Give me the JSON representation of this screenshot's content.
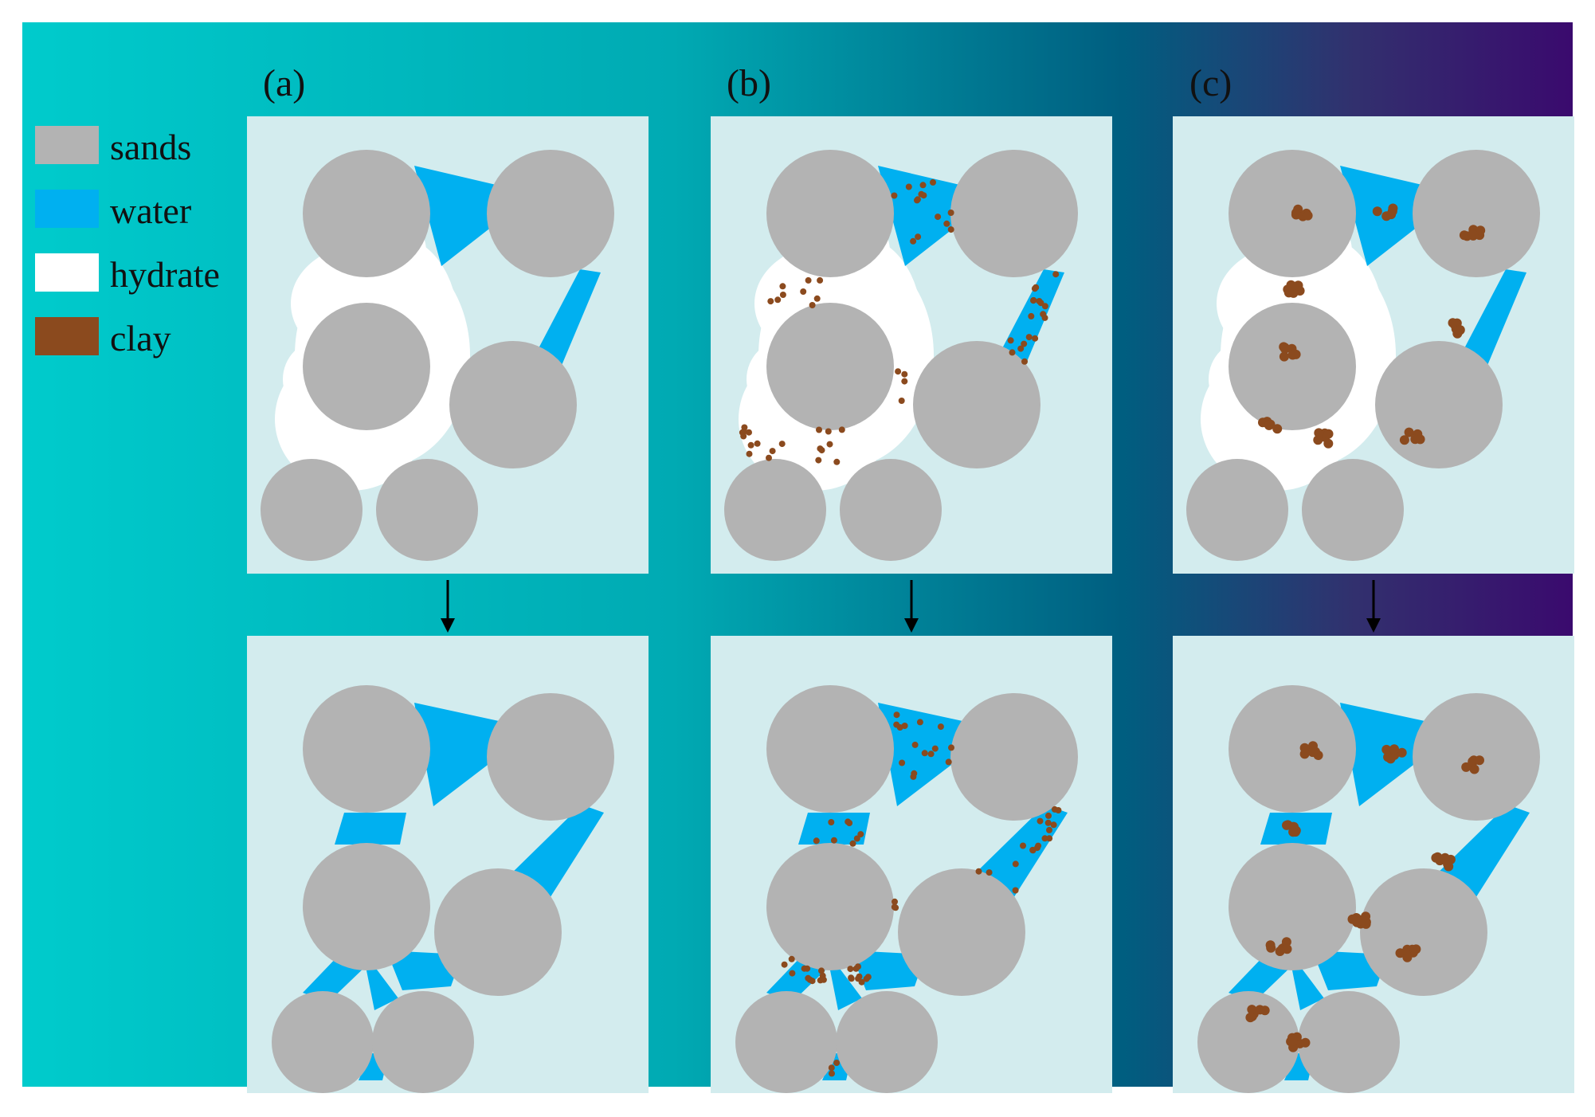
{
  "colors": {
    "sand": "#b3b3b3",
    "water": "#00b0f0",
    "hydrate": "#ffffff",
    "clay": "#8b4a1e",
    "panel": "#d3ecee",
    "gradient": [
      "#00cbcc",
      "#00aab3",
      "#005e80",
      "#32306e",
      "#3a0a6e"
    ]
  },
  "legend": [
    {
      "key": "sand",
      "label": "sands"
    },
    {
      "key": "water",
      "label": "water"
    },
    {
      "key": "hydrate",
      "label": "hydrate"
    },
    {
      "key": "clay",
      "label": "clay"
    }
  ],
  "columns": [
    {
      "id": "a",
      "label": "(a)",
      "clay": "none"
    },
    {
      "id": "b",
      "label": "(b)",
      "clay": "dispersed"
    },
    {
      "id": "c",
      "label": "(c)",
      "clay": "clustered"
    }
  ],
  "rows": [
    {
      "id": "top",
      "state": "with hydrate"
    },
    {
      "id": "bottom",
      "state": "after dissociation"
    }
  ],
  "arrow": "down"
}
